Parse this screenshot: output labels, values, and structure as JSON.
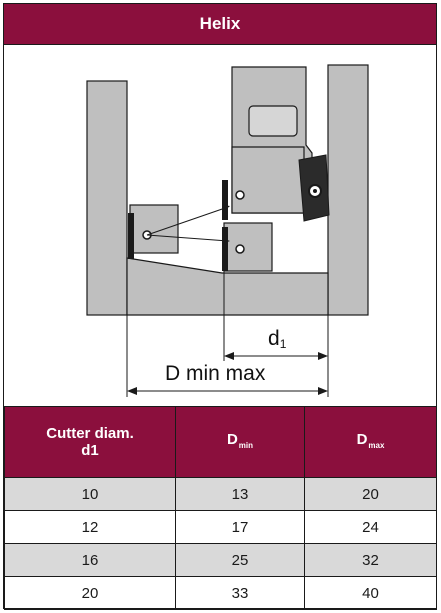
{
  "title": "Helix",
  "diagram": {
    "label_d1": "d",
    "label_d1_sub": "1",
    "label_dminmax": "D min max"
  },
  "table": {
    "header": {
      "col1_line1": "Cutter diam.",
      "col1_line2": "d1",
      "col2_main": "D",
      "col2_sub": "min",
      "col3_main": "D",
      "col3_sub": "max"
    },
    "rows": [
      [
        "10",
        "13",
        "20"
      ],
      [
        "12",
        "17",
        "24"
      ],
      [
        "16",
        "25",
        "32"
      ],
      [
        "20",
        "33",
        "40"
      ]
    ]
  },
  "colors": {
    "header_bg": "#8b0f3d",
    "shade_row": "#d9d9d9",
    "part_fill": "#bfbfbf"
  }
}
